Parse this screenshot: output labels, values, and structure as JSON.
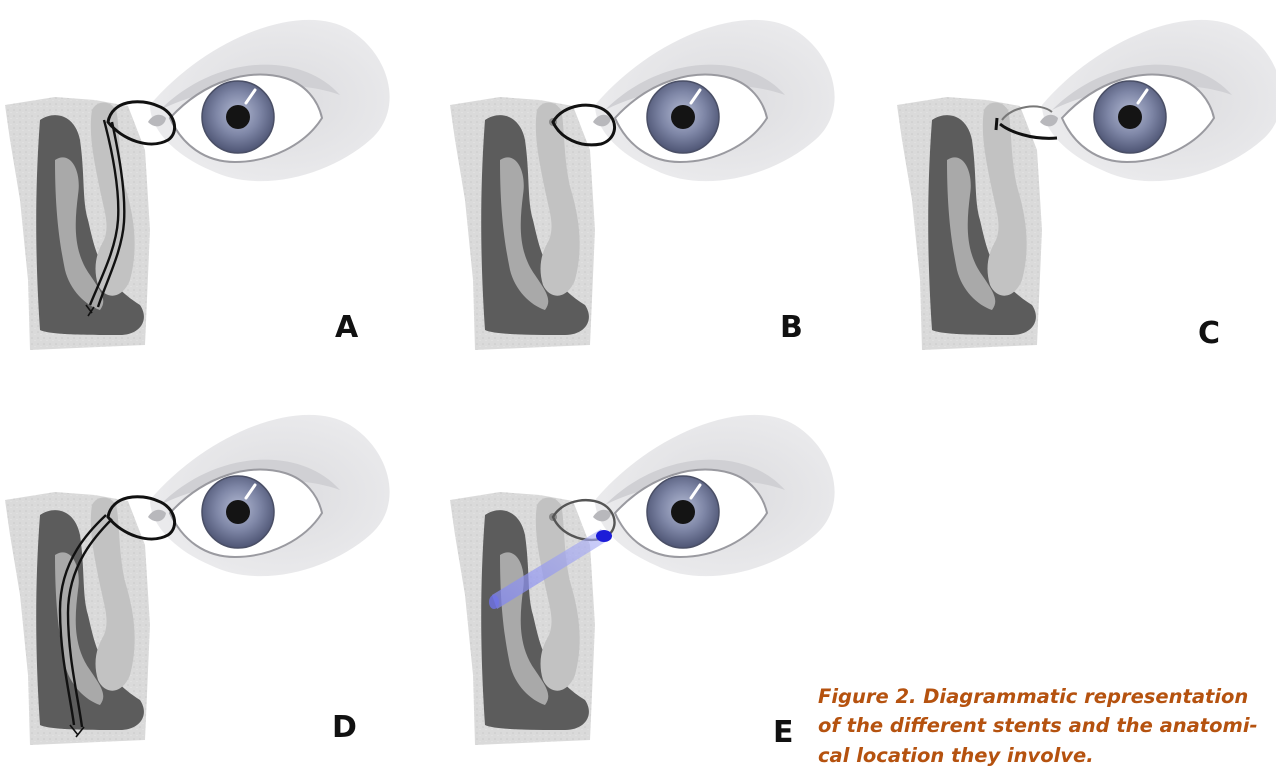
{
  "figure": {
    "panels": [
      {
        "label": "A",
        "stent": "bicanalicular-nasal-loop"
      },
      {
        "label": "B",
        "stent": "bicanalicular-ring"
      },
      {
        "label": "C",
        "stent": "monocanalicular-short"
      },
      {
        "label": "D",
        "stent": "bicanalicular-nasal-loop"
      },
      {
        "label": "E",
        "stent": "bypass-tube"
      }
    ],
    "caption": {
      "line1": "Figure 2. Diagrammatic representation",
      "line2": "of the different stents and the anatomi-",
      "line3": "cal location they involve."
    },
    "colors": {
      "eye_shadow": "#e3e3e5",
      "iris": "#6c7491",
      "pupil": "#141414",
      "bone": "#d7d7d7",
      "sinus_dark": "#5c5c5c",
      "mucosa": "#c2c2c2",
      "stent": "#111111",
      "bypass_tube": "#8f93f0",
      "caption": "#b5520f"
    }
  }
}
